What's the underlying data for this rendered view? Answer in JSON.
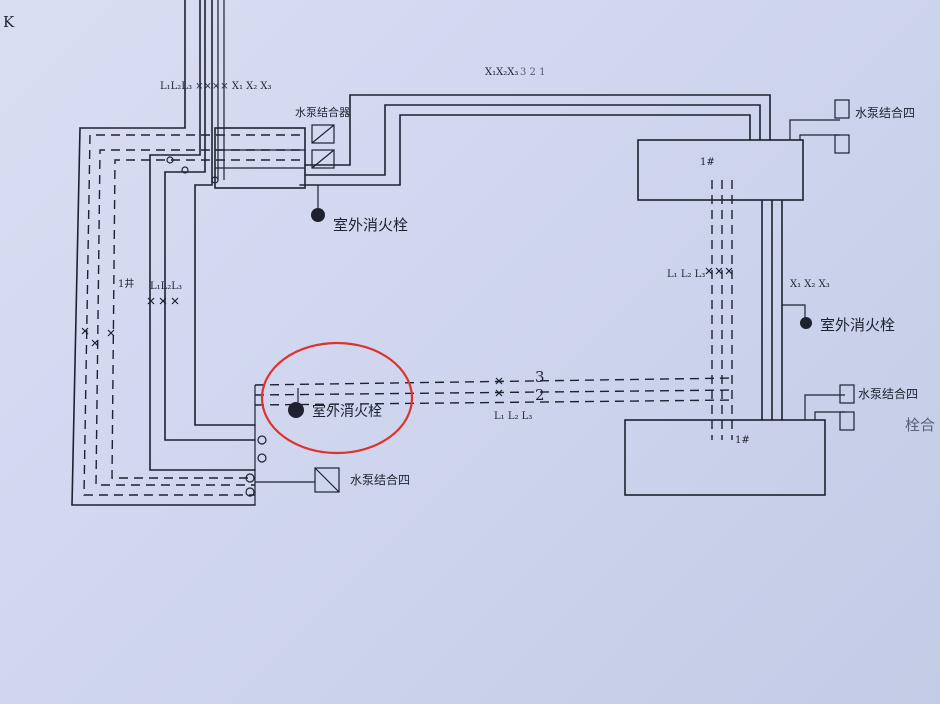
{
  "labels": {
    "pump_adapter_top": "水泵结合器",
    "hydrant_top": "室外消火栓",
    "pump_adapter_right_top": "水泵结合四",
    "x1x2x3_right": "X₁ X₂ X₃",
    "hydrant_right": "室外消火栓",
    "pump_adapter_right_bottom": "水泵结合四",
    "hydrant_bottom": "室外消火栓",
    "pump_adapter_bottom": "水泵结合四",
    "l1l2l3_left": "L₁L₂L₃",
    "well_left": "1井",
    "l1l2l3_right": "L₁ L₂ L₃",
    "l_top": "L₁L₂L₃ ×××× X₁ X₂ X₃",
    "x_top": "X₁X₂X₃",
    "num_top": "3 2 1",
    "num_mid_3": "3",
    "num_mid_2": "2",
    "l_mid_stack": "L₁ L₂ L₃",
    "well_right_top": "1#",
    "well_right_bottom": "1#",
    "edge_left": "K",
    "edge_right": "栓合"
  },
  "colors": {
    "ink": "#1e2230",
    "paper": "#d3d9f0",
    "highlight_circle": "#e0322c"
  }
}
